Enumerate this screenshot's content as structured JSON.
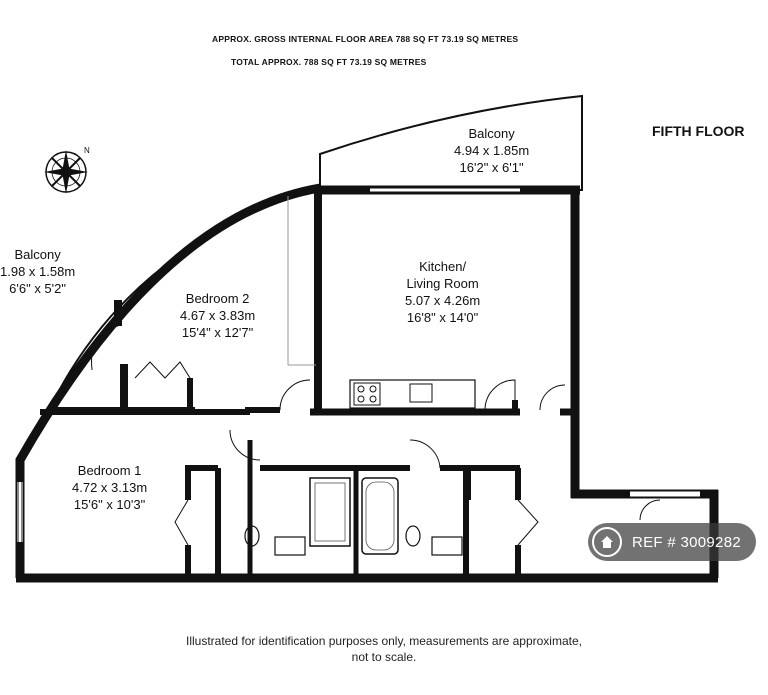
{
  "header": {
    "area_line": "APPROX. GROSS INTERNAL FLOOR AREA 788 SQ FT 73.19 SQ METRES",
    "total_line": "TOTAL APPROX. 788 SQ FT 73.19 SQ METRES"
  },
  "floor": {
    "title": "FIFTH FLOOR"
  },
  "rooms": {
    "balcony_top": {
      "name": "Balcony",
      "metric": "4.94 x 1.85m",
      "imperial": "16'2\" x 6'1\""
    },
    "balcony_left": {
      "name": "Balcony",
      "metric": "1.98 x 1.58m",
      "imperial": "6'6\" x 5'2\""
    },
    "kitchen": {
      "name": "Kitchen/",
      "name2": "Living Room",
      "metric": "5.07 x 4.26m",
      "imperial": "16'8\" x 14'0\""
    },
    "bedroom2": {
      "name": "Bedroom 2",
      "metric": "4.67 x 3.83m",
      "imperial": "15'4\" x 12'7\""
    },
    "bedroom1": {
      "name": "Bedroom 1",
      "metric": "4.72 x 3.13m",
      "imperial": "15'6\" x 10'3\""
    }
  },
  "compass": {
    "icon": "compass-icon",
    "letter": "N"
  },
  "footer": {
    "line1": "Illustrated for identification purposes only, measurements are approximate,",
    "line2": "not to scale."
  },
  "badge": {
    "icon": "home-icon",
    "text": "REF # 3009282"
  },
  "colors": {
    "wall": "#111111",
    "badge": "#3c3c3c"
  }
}
